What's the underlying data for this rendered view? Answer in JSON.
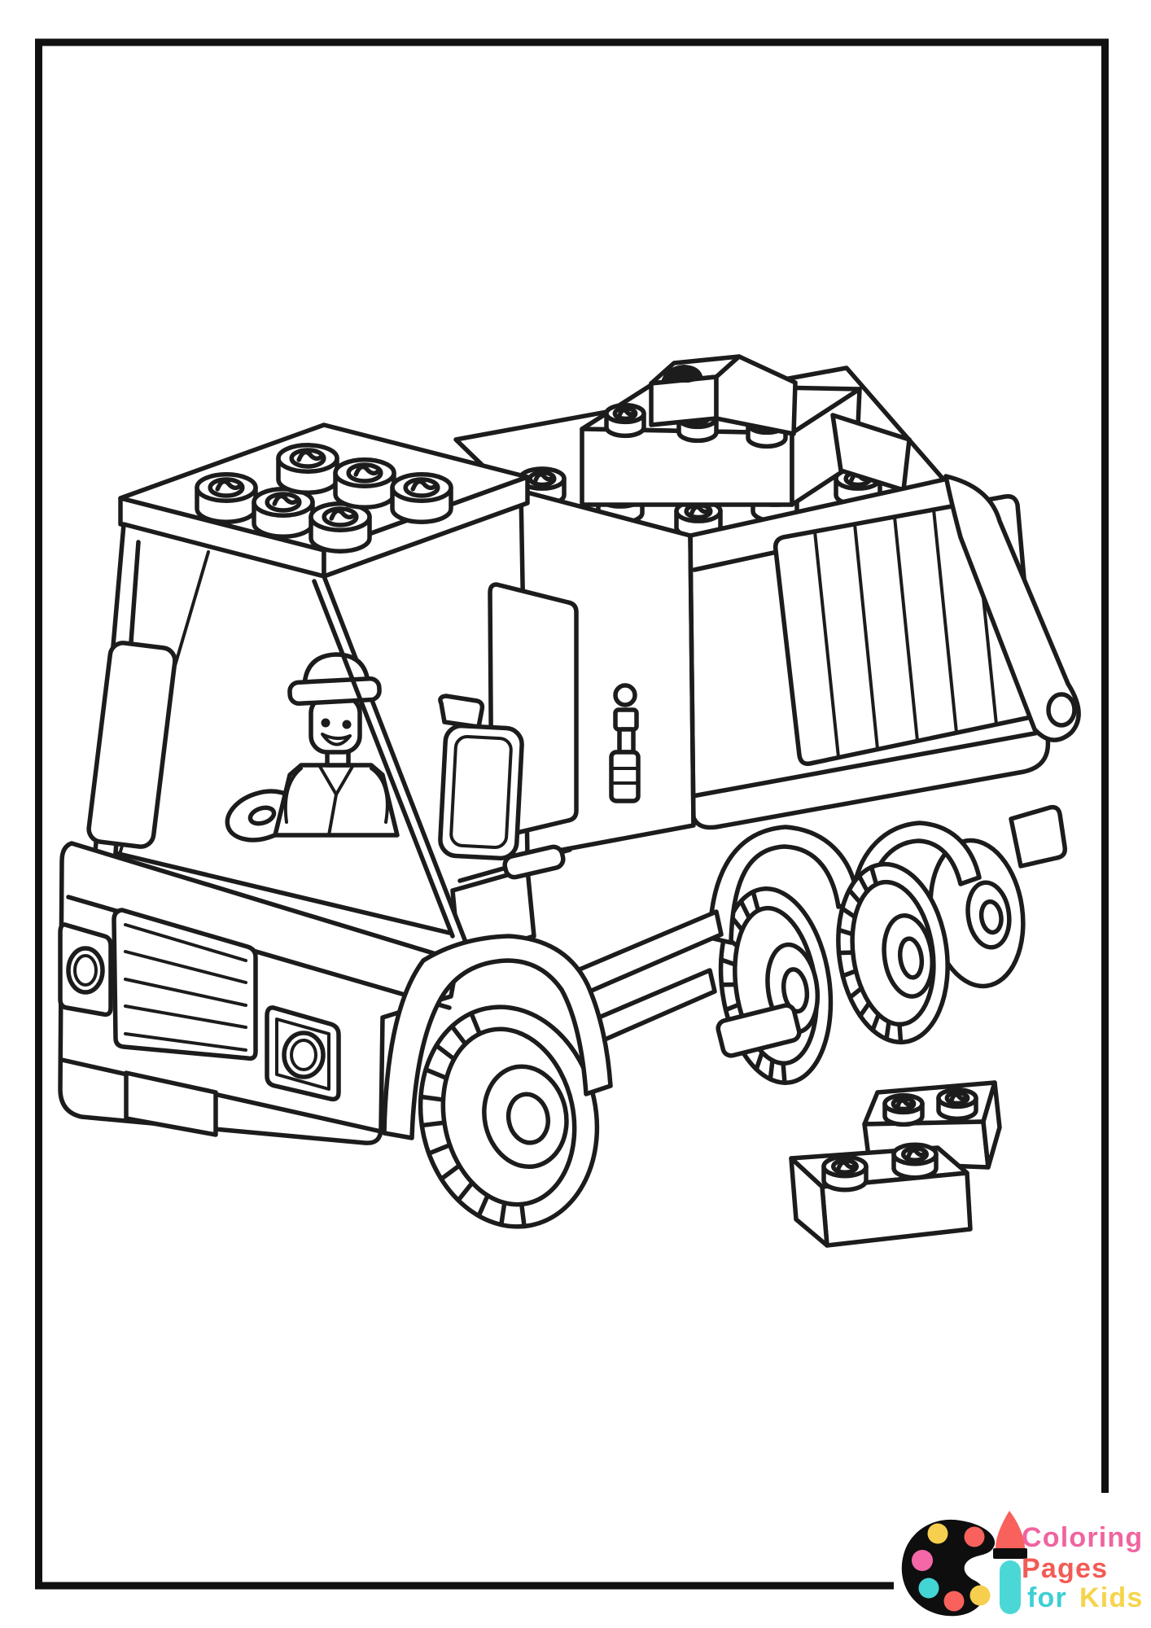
{
  "page": {
    "background": "#ffffff",
    "frame_color": "#111111"
  },
  "drawing": {
    "subject": "lego-garbage-truck-coloring-page",
    "line_color": "#1c1c1c",
    "elements": [
      "garbage-truck",
      "driver-minifigure",
      "loose-lego-bricks"
    ]
  },
  "logo": {
    "text": {
      "line1": "Coloring",
      "line2": "Pages",
      "line3_word1": "for",
      "line3_word2": "Kids"
    },
    "colors": {
      "line1": "#f0649f",
      "line2": "#f25b55",
      "for": "#3ecfd4",
      "kids": "#f6d44c",
      "palette": "#0e0e0e",
      "brush_tip": "#f8615c",
      "brush_ferrule": "#0e0e0e",
      "brush_handle": "#4cd7d7"
    },
    "palette_dot_colors": [
      "#f8615c",
      "#f6cf4e",
      "#f468a8",
      "#43d4d4",
      "#f8615c",
      "#f6cf4e"
    ]
  }
}
